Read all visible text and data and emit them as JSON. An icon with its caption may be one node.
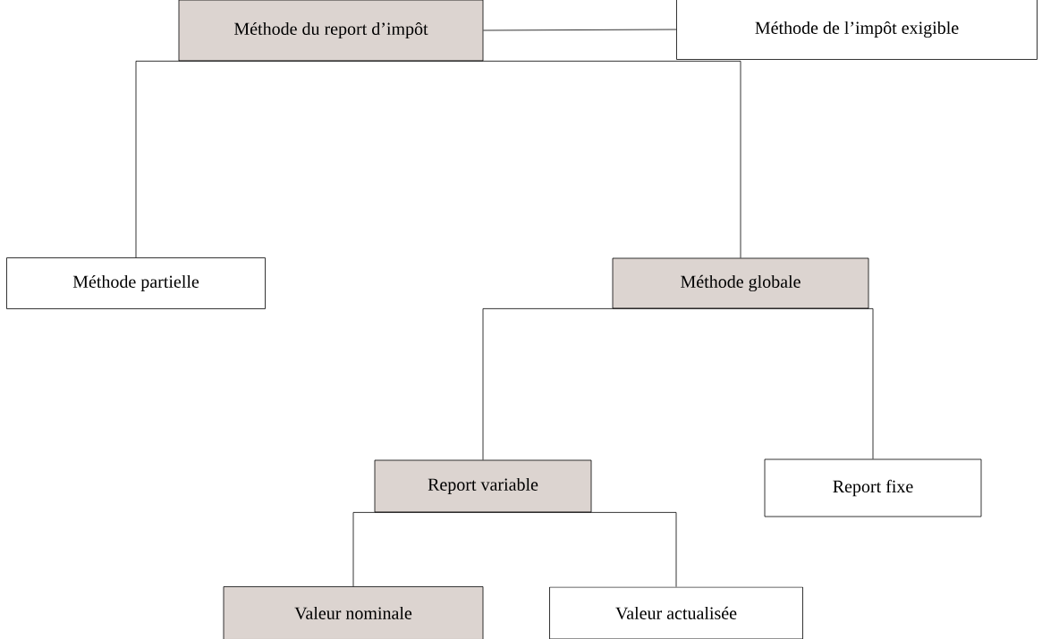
{
  "diagram": {
    "nodes": [
      {
        "text": [
          "Méthode du report d’impôt"
        ]
      },
      {
        "text": [
          "Méthode de l’impôt exigible"
        ]
      },
      {
        "text": [
          "Méthode partielle"
        ]
      },
      {
        "text": [
          "Méthode globale"
        ]
      },
      {
        "text": [
          "Report variable"
        ]
      },
      {
        "text": [
          "Report fixe"
        ]
      },
      {
        "text": [
          "Valeur nominale"
        ]
      },
      {
        "text": [
          "Valeur actualisée"
        ]
      }
    ],
    "edges": [
      {
        "from": 0,
        "to": 1,
        "arrow": "none"
      },
      {
        "from": 0,
        "to": 2,
        "arrow": "none"
      },
      {
        "from": 0,
        "to": 3,
        "arrow": "none"
      },
      {
        "from": 3,
        "to": 4,
        "arrow": "none"
      },
      {
        "from": 3,
        "to": 5,
        "arrow": "none"
      },
      {
        "from": 4,
        "to": 6,
        "arrow": "none"
      },
      {
        "from": 4,
        "to": 7,
        "arrow": "none"
      }
    ]
  }
}
